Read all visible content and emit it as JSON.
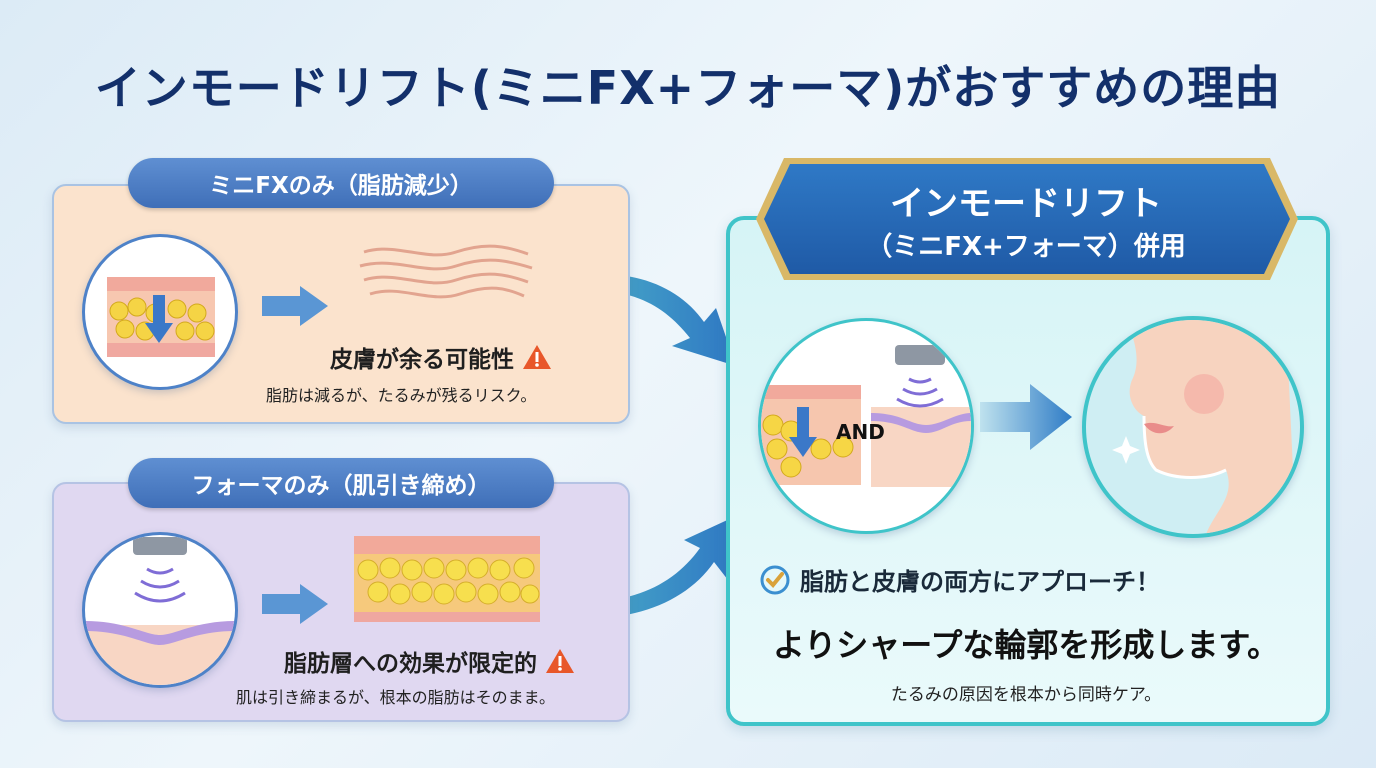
{
  "title": "インモードリフト(ミニFX+フォーマ)がおすすめの理由",
  "minifx": {
    "header": "ミニFXのみ（脂肪減少）",
    "warning_title": "皮膚が余る可能性",
    "warning_desc": "脂肪は減るが、たるみが残るリスク。"
  },
  "forma": {
    "header": "フォーマのみ（肌引き締め）",
    "warning_title": "脂肪層への効果が限定的",
    "warning_desc": "肌は引き締まるが、根本の脂肪はそのまま。"
  },
  "combined": {
    "banner_line1": "インモードリフト",
    "banner_line2": "（ミニFX+フォーマ）併用",
    "and_label": "AND",
    "check_text": "脂肪と皮膚の両方にアプローチ！",
    "result": "よりシャープな輪郭を形成します。",
    "note": "たるみの原因を根本から同時ケア。"
  },
  "icons": {
    "warning": "warning-triangle-icon",
    "check": "check-circle-icon",
    "arrow": "arrow-right-icon",
    "down": "arrow-down-icon",
    "device": "rf-device-icon",
    "waves": "signal-waves-icon"
  },
  "colors": {
    "title": "#13306b",
    "pill": "#4a7cc4",
    "accent_teal": "#3fc4c9",
    "warning": "#e8572a",
    "gold": "#c9a44a"
  }
}
